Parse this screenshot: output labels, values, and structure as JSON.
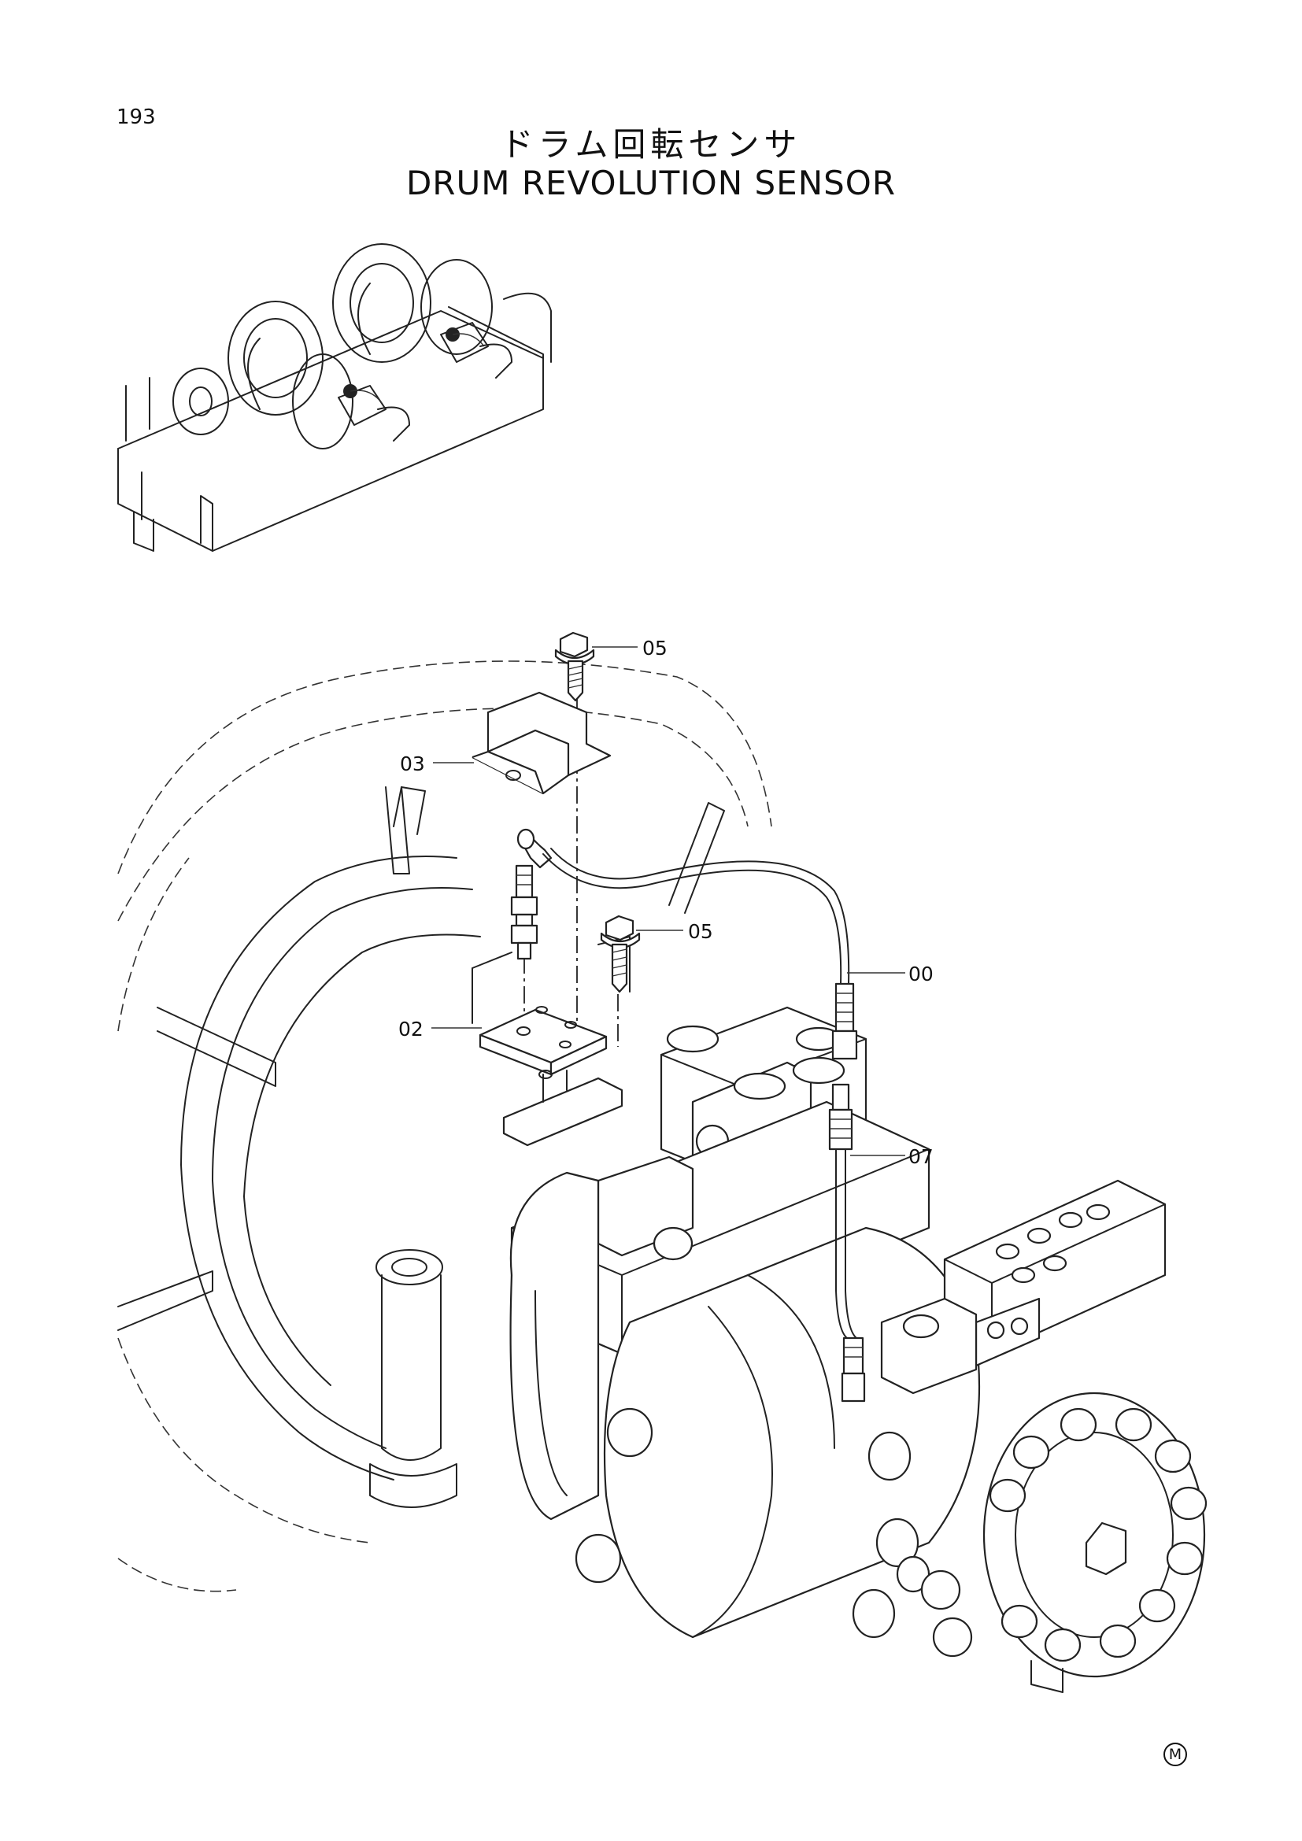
{
  "page_number": "193",
  "title_jp": "ドラム回転センサ",
  "title_en": "DRUM REVOLUTION SENSOR",
  "callouts": {
    "bolt_top": "05",
    "bracket": "03",
    "bolt_mid": "05",
    "cable": "00",
    "plate": "02",
    "harness": "07"
  },
  "mark": "M"
}
